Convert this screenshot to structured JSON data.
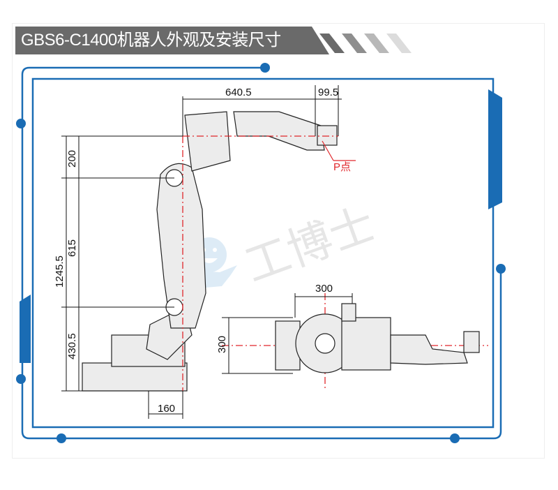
{
  "title": "GBS6-C1400机器人外观及安装尺寸",
  "colors": {
    "frame": "#1a6cb4",
    "banner": "#6a6a6a",
    "centerline": "#e0262a"
  },
  "side_view": {
    "dims": {
      "reach": "640.5",
      "wrist": "99.5",
      "upper": "200",
      "arm": "615",
      "total_height": "1245.5",
      "base_height": "430.5",
      "base_offset": "160"
    },
    "point_label": "P点"
  },
  "top_view": {
    "dims": {
      "width": "300",
      "height": "300"
    }
  },
  "watermark": "工博士"
}
